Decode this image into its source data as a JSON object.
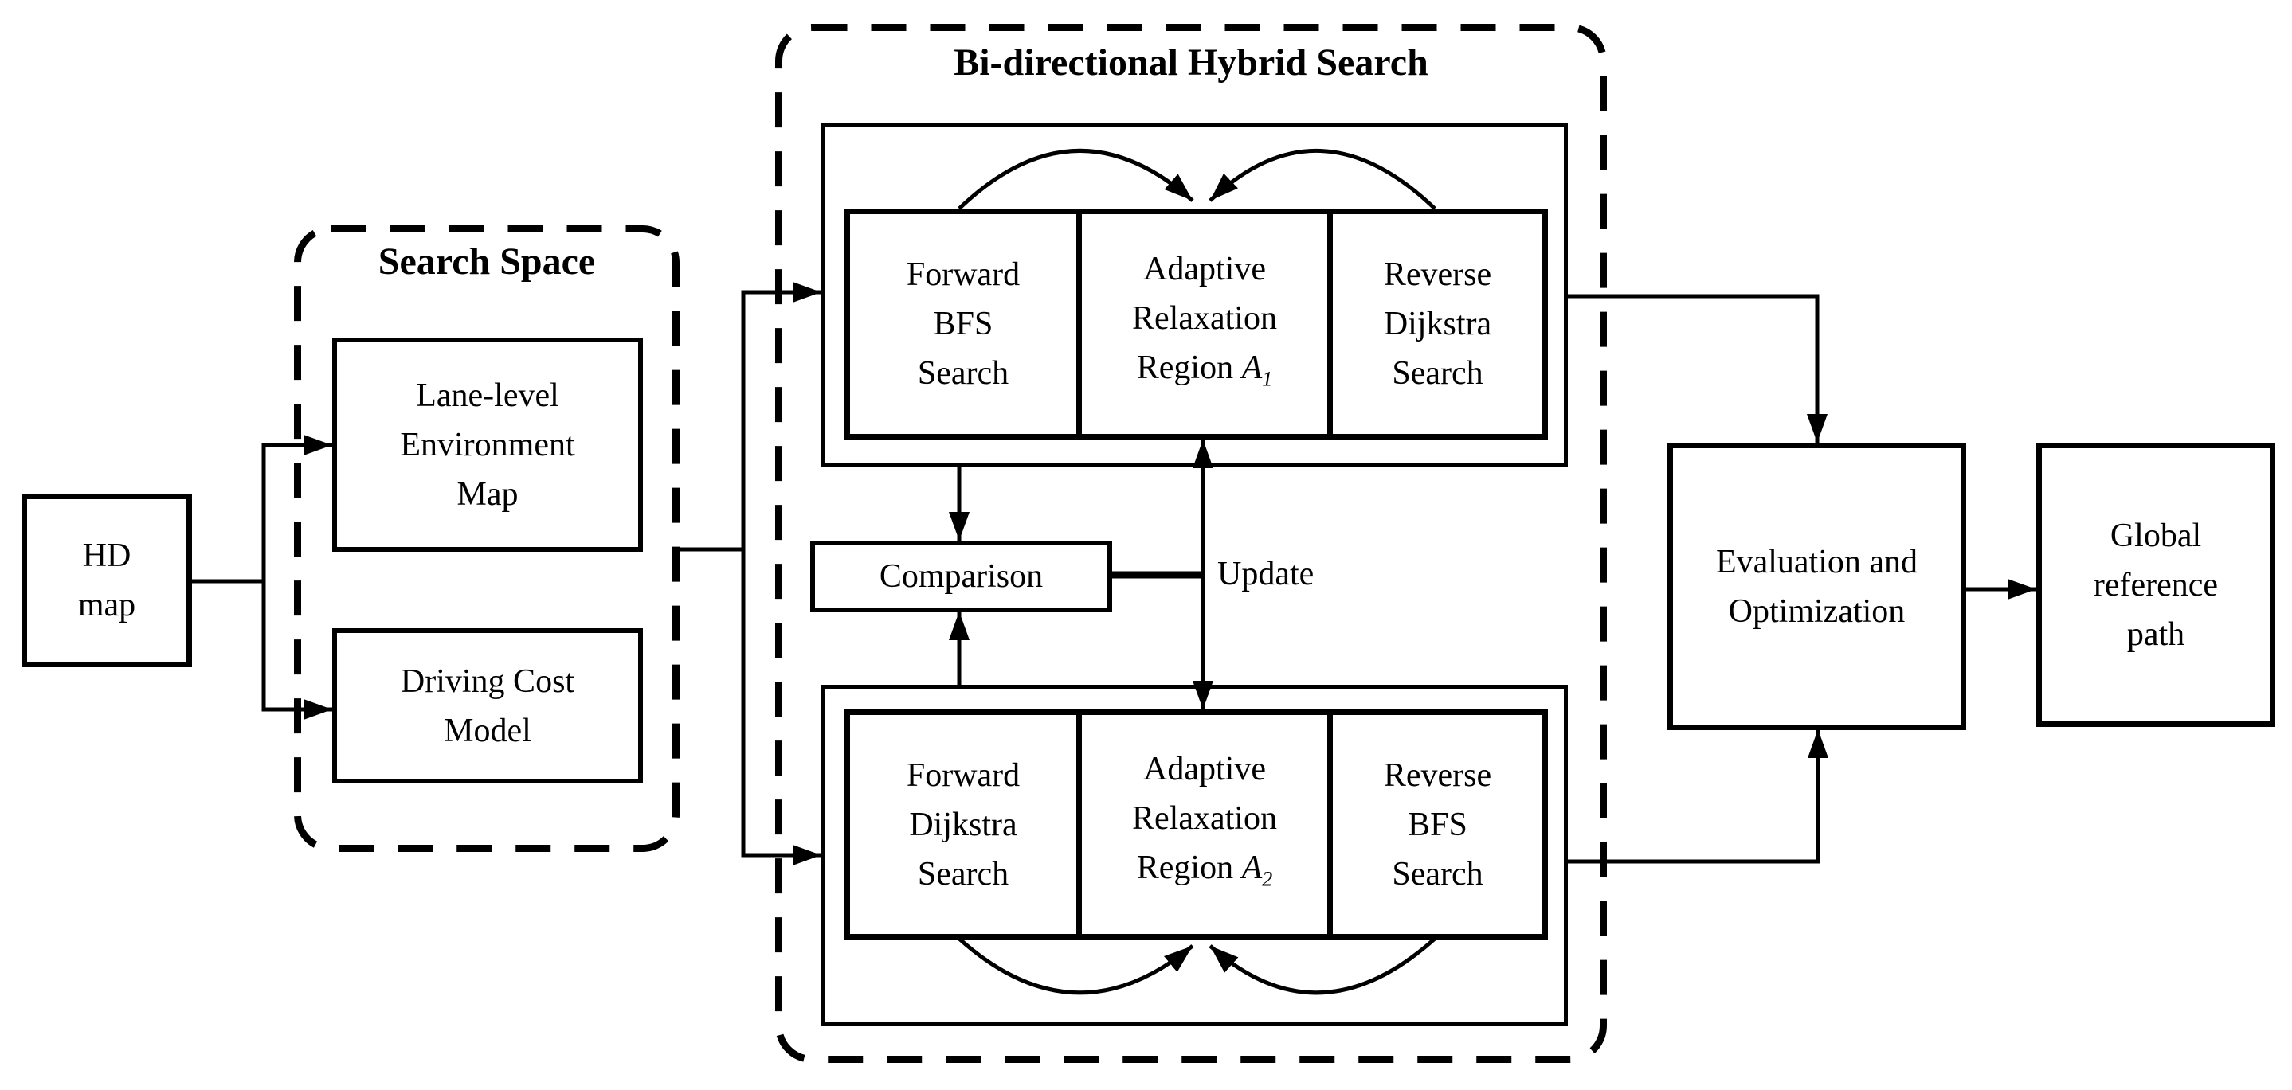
{
  "colors": {
    "ink": "#000000",
    "background": "#ffffff"
  },
  "hd_map": {
    "lines": [
      "HD",
      "map"
    ]
  },
  "search_space": {
    "title": "Search Space",
    "lane_level": {
      "lines": [
        "Lane-level",
        "Environment",
        "Map"
      ]
    },
    "driving_cost": {
      "lines": [
        "Driving Cost",
        "Model"
      ]
    }
  },
  "bi_directional": {
    "title": "Bi-directional Hybrid Search",
    "top_row": {
      "forward": {
        "lines": [
          "Forward",
          "BFS",
          "Search"
        ]
      },
      "adaptive": {
        "line1": "Adaptive",
        "line2": "Relaxation",
        "region_prefix": "Region ",
        "region_symbol": "A",
        "region_subscript": "1"
      },
      "reverse": {
        "lines": [
          "Reverse",
          "Dijkstra",
          "Search"
        ]
      }
    },
    "comparison": {
      "label": "Comparison"
    },
    "update_label": "Update",
    "bottom_row": {
      "forward": {
        "lines": [
          "Forward",
          "Dijkstra",
          "Search"
        ]
      },
      "adaptive": {
        "line1": "Adaptive",
        "line2": "Relaxation",
        "region_prefix": "Region ",
        "region_symbol": "A",
        "region_subscript": "2"
      },
      "reverse": {
        "lines": [
          "Reverse",
          "BFS",
          "Search"
        ]
      }
    }
  },
  "evaluation": {
    "lines": [
      "Evaluation and",
      "Optimization"
    ]
  },
  "global_path": {
    "lines": [
      "Global",
      "reference",
      "path"
    ]
  }
}
